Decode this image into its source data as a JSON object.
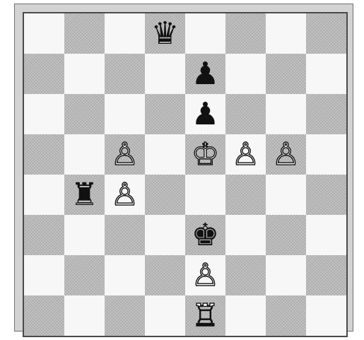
{
  "board": {
    "colors": {
      "light_square": "#f7f7f7",
      "dark_square": "#b9b9b9",
      "frame": "#d3d3d3"
    },
    "position": [
      [
        null,
        null,
        null,
        {
          "glyph": "♛",
          "color": "black",
          "name": "black-queen"
        },
        null,
        null,
        null,
        null
      ],
      [
        null,
        null,
        null,
        null,
        {
          "glyph": "♟",
          "color": "black",
          "name": "black-pawn"
        },
        null,
        null,
        null
      ],
      [
        null,
        null,
        null,
        null,
        {
          "glyph": "♟",
          "color": "black",
          "name": "black-pawn"
        },
        null,
        null,
        null
      ],
      [
        null,
        null,
        {
          "glyph": "♙",
          "color": "white",
          "name": "white-pawn"
        },
        null,
        {
          "glyph": "♔",
          "color": "white",
          "name": "white-king"
        },
        {
          "glyph": "♙",
          "color": "white",
          "name": "white-pawn"
        },
        {
          "glyph": "♙",
          "color": "white",
          "name": "white-pawn"
        },
        null
      ],
      [
        null,
        {
          "glyph": "♜",
          "color": "black",
          "name": "black-rook"
        },
        {
          "glyph": "♙",
          "color": "white",
          "name": "white-pawn"
        },
        null,
        null,
        null,
        null,
        null
      ],
      [
        null,
        null,
        null,
        null,
        {
          "glyph": "♚",
          "color": "black",
          "name": "black-king"
        },
        null,
        null,
        null
      ],
      [
        null,
        null,
        null,
        null,
        {
          "glyph": "♙",
          "color": "white",
          "name": "white-pawn"
        },
        null,
        null,
        null
      ],
      [
        null,
        null,
        null,
        null,
        {
          "glyph": "♖",
          "color": "white",
          "name": "white-rook"
        },
        null,
        null,
        null
      ]
    ]
  }
}
